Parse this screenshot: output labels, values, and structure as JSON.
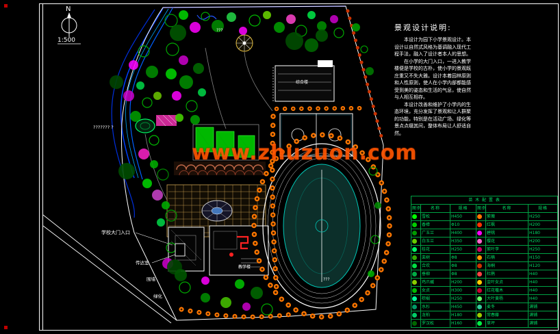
{
  "title_block": {
    "north_label": "N",
    "scale": "1:500"
  },
  "watermark": "www.zhuzuon.com",
  "notes": {
    "title": "景观设计说明:",
    "body": "　　本设计为园下小学景观设计。本\n设计以自然式风格为基调融入现代工\n程手法，融入了设计者本人的思想。\n　　在小学的大门入口，一进入教学\n楼便是学校的古朴，使小学的景观既\n庄重又不失大雅。设计本着园林原则\n和人性原则，使人在小学内部都能感\n受到美的姿态和生活的气息，使自然\n与人相互相存。\n　　本设计改善和维护了小学内的生\n态环境，充分发挥了景观和让人群聚\n的功能，特别是在活动广场、绿化等\n景点点缀其间，整体布局让人舒适自\n然。"
  },
  "plan": {
    "labels": [
      {
        "id": "unknown-text-1",
        "text": "??????? ?"
      },
      {
        "id": "unknown-text-2",
        "text": "???"
      },
      {
        "id": "unknown-text-3",
        "text": "???"
      },
      {
        "id": "gate",
        "text": "学校大门入口"
      },
      {
        "id": "gatehouse",
        "text": "传达室"
      },
      {
        "id": "wall",
        "text": "围墙"
      },
      {
        "id": "greening",
        "text": "绿化"
      },
      {
        "id": "building-main",
        "text": "教学楼"
      },
      {
        "id": "building-annex",
        "text": "综合楼"
      }
    ]
  },
  "legend": {
    "title": "苗 木 配 置 表",
    "headers": [
      "图例",
      "名称",
      "规格",
      "图例",
      "名称",
      "规格"
    ],
    "rows": [
      {
        "lcolor": "#00ff00",
        "lname": "雪松",
        "lspec": "H450",
        "rcolor": "#ff7700",
        "rname": "紫薇",
        "rspec": "H250"
      },
      {
        "lcolor": "#00cc00",
        "lname": "香樟",
        "lspec": "Φ10",
        "rcolor": "#ff3300",
        "rname": "红枫",
        "rspec": "H200"
      },
      {
        "lcolor": "#009900",
        "lname": "广玉兰",
        "lspec": "H400",
        "rcolor": "#ff00ff",
        "rname": "碧桃",
        "rspec": "H180"
      },
      {
        "lcolor": "#66cc00",
        "lname": "白玉兰",
        "lspec": "H350",
        "rcolor": "#ff66cc",
        "rname": "樱花",
        "rspec": "H200"
      },
      {
        "lcolor": "#00ff66",
        "lname": "桂花",
        "lspec": "H250",
        "rcolor": "#cc0066",
        "rname": "紫叶李",
        "rspec": "H250"
      },
      {
        "lcolor": "#33aa00",
        "lname": "栾树",
        "lspec": "Φ8",
        "rcolor": "#ff9900",
        "rname": "石楠",
        "rspec": "H150"
      },
      {
        "lcolor": "#00dd44",
        "lname": "合欢",
        "lspec": "Φ8",
        "rcolor": "#cc3300",
        "rname": "海桐",
        "rspec": "H120"
      },
      {
        "lcolor": "#00aa44",
        "lname": "垂柳",
        "lspec": "Φ8",
        "rcolor": "#ff4444",
        "rname": "杜鹃",
        "rspec": "H40"
      },
      {
        "lcolor": "#88cc00",
        "lname": "鸡爪槭",
        "lspec": "H200",
        "rcolor": "#ffcc00",
        "rname": "金叶女贞",
        "rspec": "H40"
      },
      {
        "lcolor": "#00bb00",
        "lname": "女贞",
        "lspec": "H300",
        "rcolor": "#cc0033",
        "rname": "红花檵木",
        "rspec": "H40"
      },
      {
        "lcolor": "#00ff99",
        "lname": "棕榈",
        "lspec": "H250",
        "rcolor": "#66ff66",
        "rname": "大叶黄杨",
        "rspec": "H40"
      },
      {
        "lcolor": "#009966",
        "lname": "水杉",
        "lspec": "H450",
        "rcolor": "#33cc99",
        "rname": "麦冬",
        "rspec": "满铺"
      },
      {
        "lcolor": "#00cc66",
        "lname": "龙柏",
        "lspec": "H180",
        "rcolor": "#99cc00",
        "rname": "常春藤",
        "rspec": "满铺"
      },
      {
        "lcolor": "#006600",
        "lname": "罗汉松",
        "lspec": "H160",
        "rcolor": "#00ee44",
        "rname": "草坪",
        "rspec": "满铺"
      }
    ]
  },
  "colors": {
    "frame": "#ffffff",
    "water": "#0040ff",
    "tree_row_accent": "#ff7700",
    "legend_green": "#00dd66",
    "watermark_orange": "#ff5500"
  }
}
